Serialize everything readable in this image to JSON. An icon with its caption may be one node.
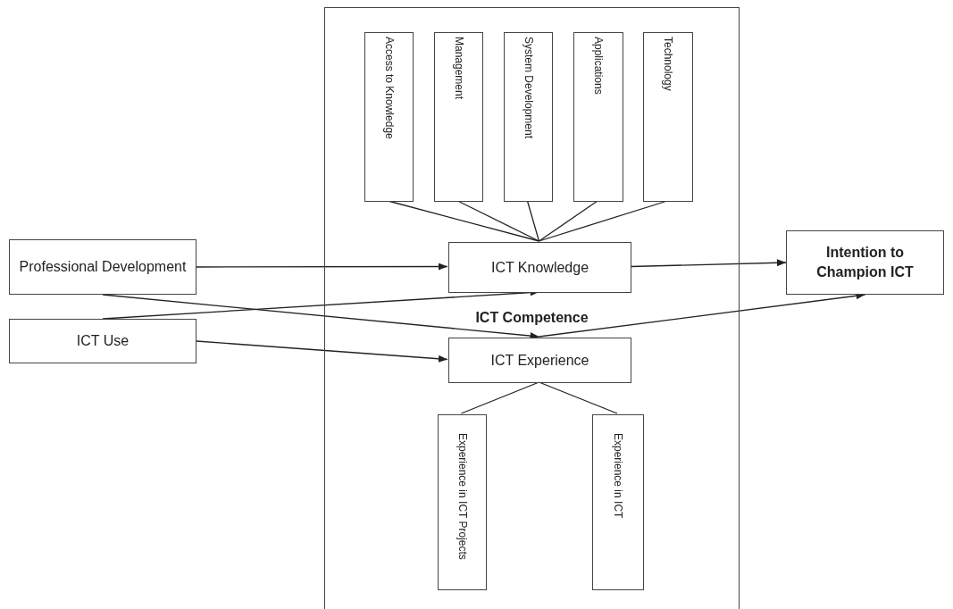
{
  "diagram": {
    "nodes": [
      {
        "text": [
          "Professional Development"
        ]
      },
      {
        "text": [
          "ICT Use"
        ]
      },
      {
        "text": [
          "ICT Competence"
        ]
      },
      {
        "text": [
          "Access to Knowledge"
        ],
        "in": 2
      },
      {
        "text": [
          "Management"
        ],
        "in": 2
      },
      {
        "text": [
          "System Development"
        ],
        "in": 2
      },
      {
        "text": [
          "Applications"
        ],
        "in": 2
      },
      {
        "text": [
          "Technology"
        ],
        "in": 2
      },
      {
        "text": [
          "ICT Knowledge"
        ],
        "in": 2
      },
      {
        "text": [
          "ICT Experience"
        ],
        "in": 2
      },
      {
        "text": [
          "Experience in ICT Projects"
        ],
        "in": 2
      },
      {
        "text": [
          "Experience in ICT"
        ],
        "in": 2
      },
      {
        "text": [
          "Intention to Champion ICT"
        ]
      }
    ],
    "edges": [
      {
        "from": 3,
        "to": 8,
        "arrow": "none"
      },
      {
        "from": 4,
        "to": 8,
        "arrow": "none"
      },
      {
        "from": 5,
        "to": 8,
        "arrow": "none"
      },
      {
        "from": 6,
        "to": 8,
        "arrow": "none"
      },
      {
        "from": 7,
        "to": 8,
        "arrow": "none"
      },
      {
        "from": 9,
        "to": 10,
        "arrow": "none"
      },
      {
        "from": 9,
        "to": 11,
        "arrow": "none"
      },
      {
        "from": 0,
        "to": 8,
        "arrow": "to"
      },
      {
        "from": 0,
        "to": 9,
        "arrow": "to"
      },
      {
        "from": 1,
        "to": 8,
        "arrow": "to"
      },
      {
        "from": 1,
        "to": 9,
        "arrow": "to"
      },
      {
        "from": 8,
        "to": 12,
        "arrow": "to"
      },
      {
        "from": 9,
        "to": 12,
        "arrow": "to"
      }
    ]
  }
}
